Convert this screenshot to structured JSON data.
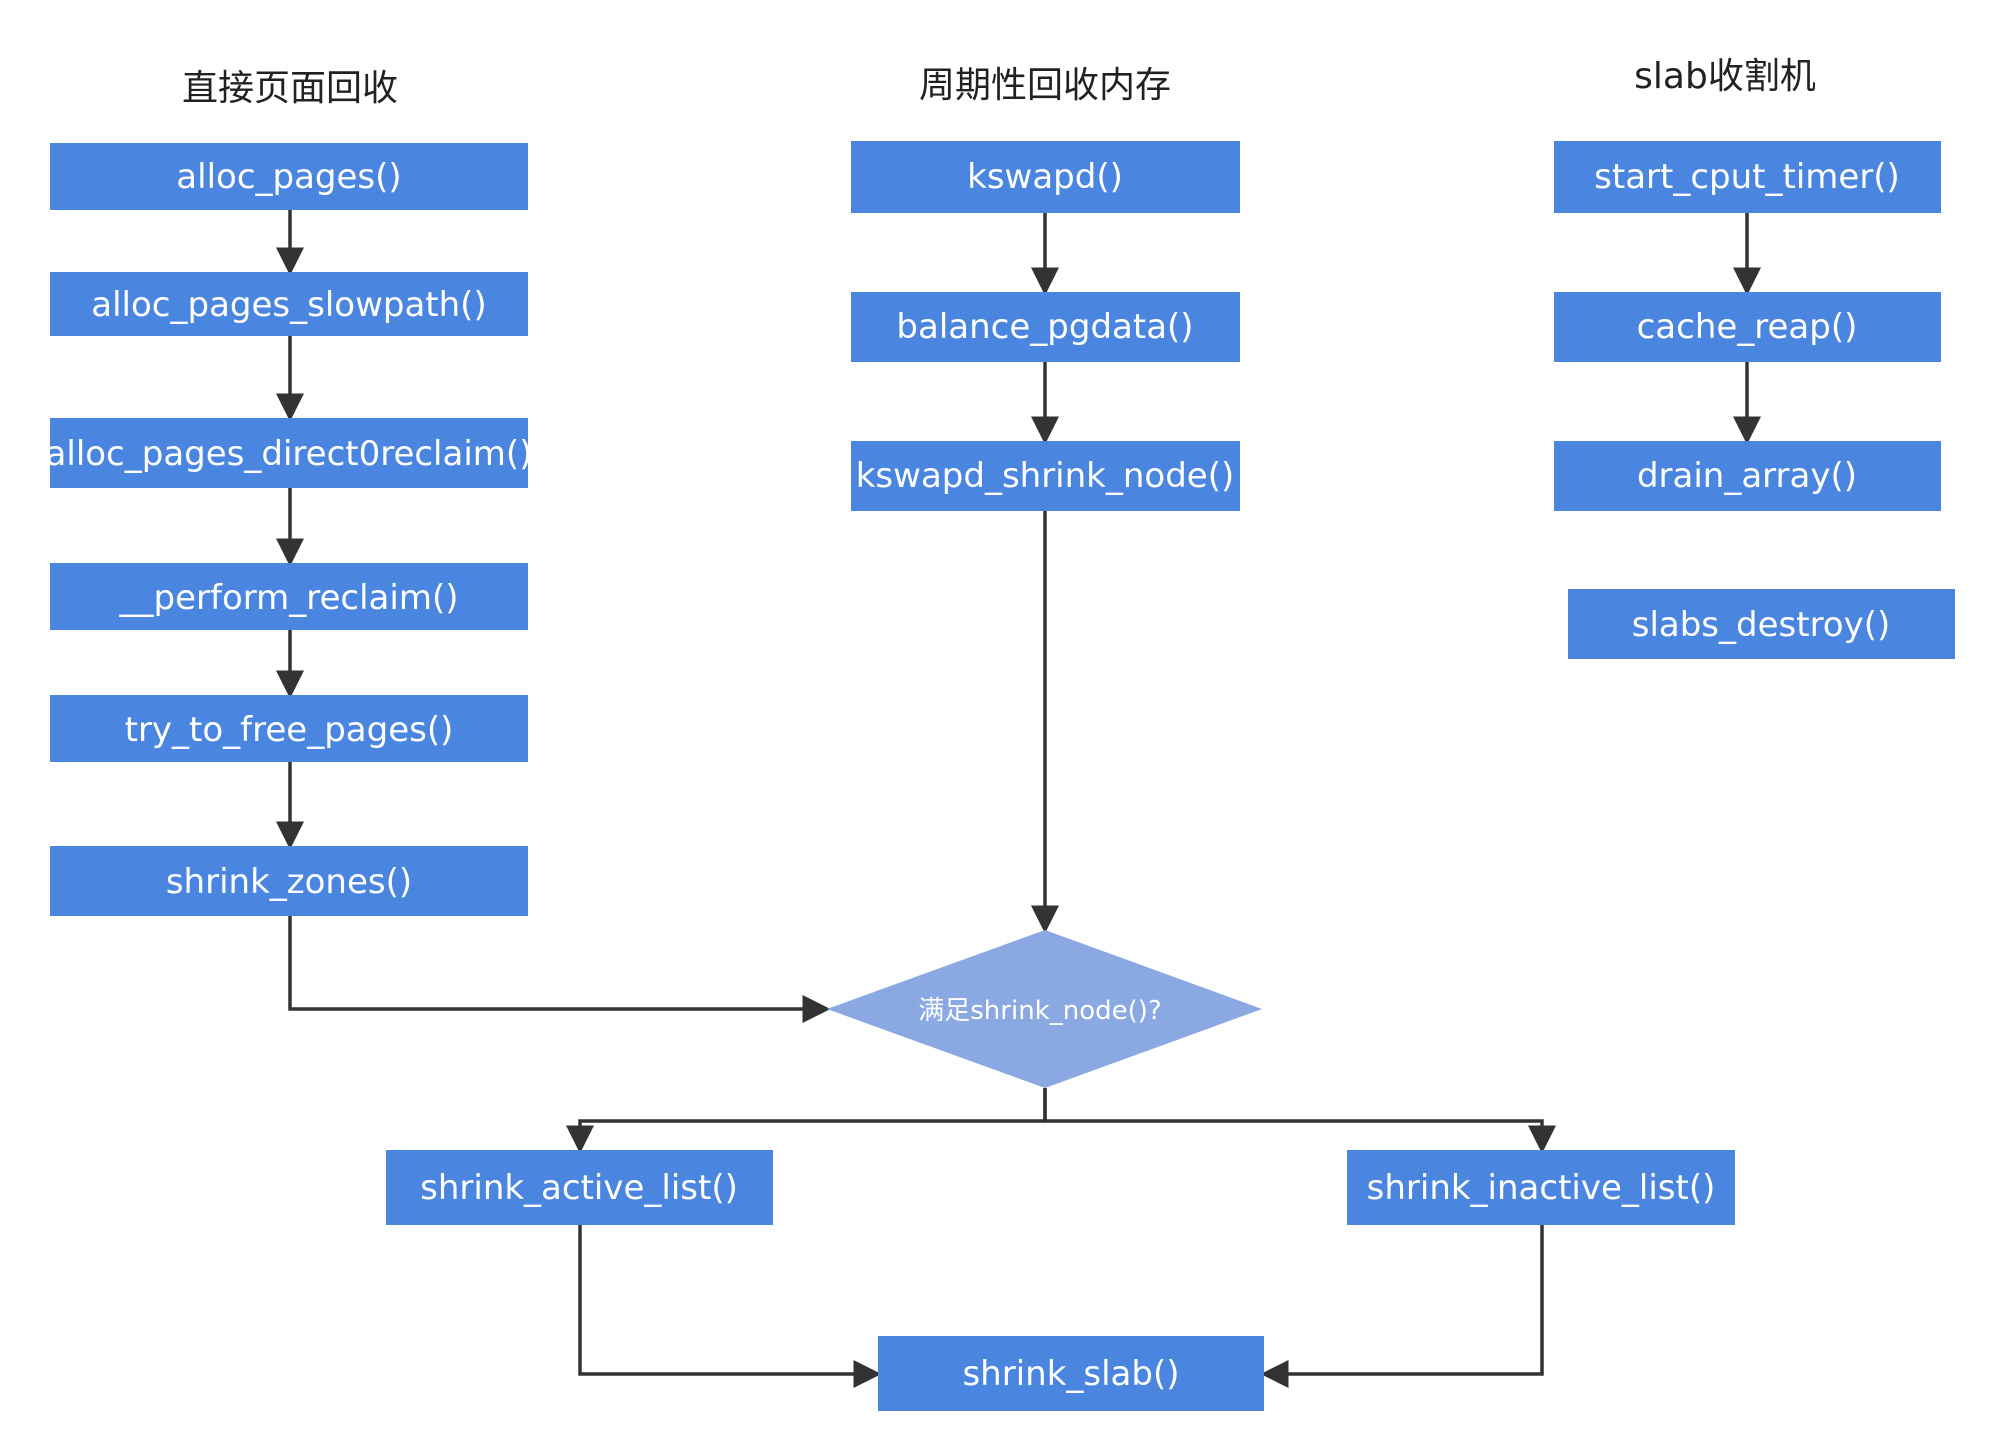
{
  "columns": {
    "direct": {
      "title": "直接页面回收"
    },
    "periodic": {
      "title": "周期性回收内存"
    },
    "slab": {
      "title": "slab收割机"
    }
  },
  "nodes": {
    "alloc_pages": "alloc_pages()",
    "alloc_pages_slowpath": "alloc_pages_slowpath()",
    "alloc_pages_direct_reclaim": "alloc_pages_direct0reclaim()",
    "perform_reclaim": "__perform_reclaim()",
    "try_to_free_pages": "try_to_free_pages()",
    "shrink_zones": "shrink_zones()",
    "kswapd": "kswapd()",
    "balance_pgdata": "balance_pgdata()",
    "kswapd_shrink_node": "kswapd_shrink_node()",
    "start_cput_timer": "start_cput_timer()",
    "cache_reap": "cache_reap()",
    "drain_array": "drain_array()",
    "slabs_destroy": "slabs_destroy()",
    "shrink_active_list": "shrink_active_list()",
    "shrink_inactive_list": "shrink_inactive_list()",
    "shrink_slab": "shrink_slab()"
  },
  "decision": {
    "label": "满足shrink_node()?"
  },
  "colors": {
    "node_fill": "#4a86e0",
    "decision_fill": "#8aa9e3",
    "edge": "#333333",
    "title_text": "#222222",
    "node_text": "#ffffff"
  }
}
